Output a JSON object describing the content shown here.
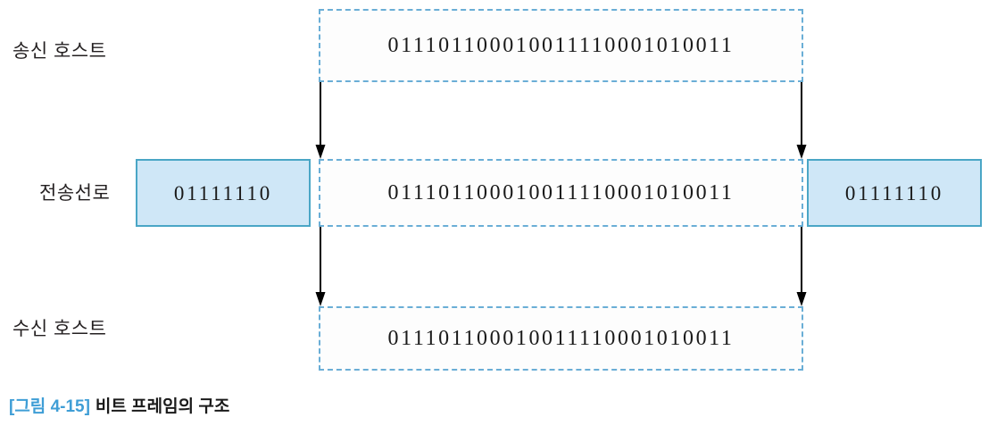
{
  "figure": {
    "caption_tag": "[그림 4-15]",
    "caption_text": "비트 프레임의 구조",
    "colors": {
      "dashed_border": "#6aaed6",
      "flag_fill": "#cfe7f7",
      "flag_border": "#4aa6c6",
      "caption_accent": "#3f9ed6",
      "arrow": "#000000",
      "text": "#1a1a1a"
    }
  },
  "rows": [
    {
      "label": "송신 호스트",
      "payload": "011101100010011110001010011"
    },
    {
      "label": "전송선로",
      "flag_left": "01111110",
      "payload": "011101100010011110001010011",
      "flag_right": "01111110"
    },
    {
      "label": "수신 호스트",
      "payload": "011101100010011110001010011"
    }
  ]
}
